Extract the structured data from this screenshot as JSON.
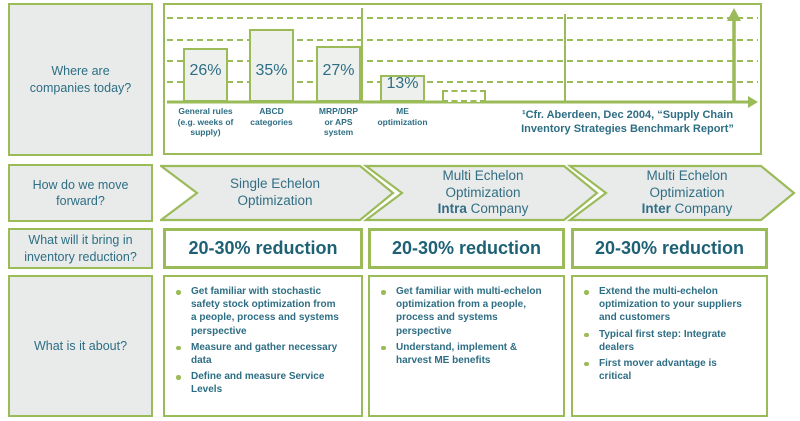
{
  "colors": {
    "accent_green": "#9BBB59",
    "box_fill_gray": "#E8EBEA",
    "bar_fill": "#EDF0ED",
    "text_teal": "#2E6E84",
    "text_teal_dark": "#1E6175",
    "background": "#FFFFFF"
  },
  "sidebar": {
    "questions": [
      {
        "label": "Where are\ncompanies today?"
      },
      {
        "label": "How do we move forward?"
      },
      {
        "label": "What will it bring in\ninventory reduction?"
      },
      {
        "label": "What is it about?"
      }
    ]
  },
  "chart_data": {
    "type": "bar",
    "title": "",
    "categories": [
      "General rules (e.g. weeks of supply)",
      "ABCD categories",
      "MRP/DRP or APS system",
      "ME optimization"
    ],
    "categories_display": [
      "General rules\n(e.g. weeks of\nsupply)",
      "ABCD\ncategories",
      "MRP/DRP\nor APS\nsystem",
      "ME\noptimization"
    ],
    "values": [
      26,
      35,
      27,
      13
    ],
    "labels": [
      "26%",
      "35%",
      "27%",
      "13%"
    ],
    "unit": "%",
    "ylim": [
      0,
      45
    ],
    "gridlines_pct": [
      10,
      20,
      30,
      40
    ],
    "grid": "dashed-horizontal",
    "future_bar": {
      "style": "dashed-outline",
      "value": null
    },
    "source_note": "¹Cfr. Aberdeen, Dec 2004, “Supply Chain\nInventory Strategies Benchmark Report”"
  },
  "process": {
    "steps": [
      {
        "text": "Single Echelon\nOptimization"
      },
      {
        "text": "Multi Echelon\nOptimization\n",
        "bold": "Intra",
        "suffix": " Company"
      },
      {
        "text": "Multi Echelon\nOptimization\n",
        "bold": "Inter",
        "suffix": " Company"
      }
    ]
  },
  "columns": [
    {
      "reduction": "20-30% reduction",
      "bullets": [
        "Get familiar with stochastic\nsafety stock optimization from\na people, process and systems\nperspective",
        "Measure and gather necessary\ndata",
        "Define and measure Service\nLevels"
      ]
    },
    {
      "reduction": "20-30% reduction",
      "bullets": [
        "Get familiar with multi-echelon\noptimization from a people,\nprocess and systems\nperspective",
        "Understand, implement &\nharvest ME benefits"
      ]
    },
    {
      "reduction": "20-30% reduction",
      "bullets": [
        "Extend the multi-echelon\noptimization to your suppliers\nand customers",
        "Typical first step: Integrate\ndealers",
        "First mover advantage is\ncritical"
      ]
    }
  ]
}
